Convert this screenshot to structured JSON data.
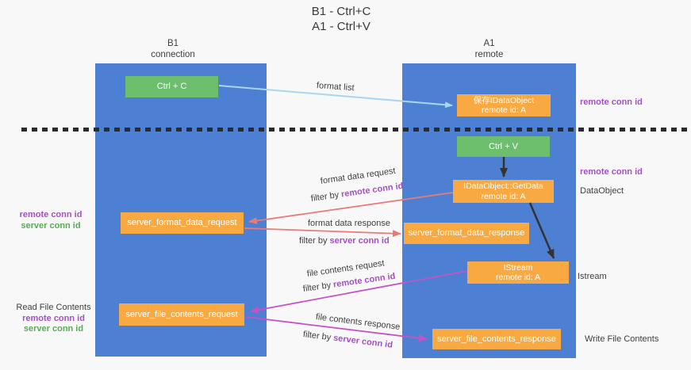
{
  "title": {
    "line1": "B1 - Ctrl+C",
    "line2": "A1 - Ctrl+V"
  },
  "columns": {
    "left": {
      "name": "B1",
      "role": "connection"
    },
    "right": {
      "name": "A1",
      "role": "remote"
    }
  },
  "nodes": {
    "ctrl_c": "Ctrl + C",
    "ctrl_v": "Ctrl + V",
    "save_dataobject_line1": "保存IDataObject",
    "save_dataobject_line2": "remote id: A",
    "getdata_line1": "IDataObject::GetData",
    "getdata_line2": "remote id: A",
    "istream_line1": "IStream",
    "istream_line2": "remote id: A",
    "server_format_data_request": "server_format_data_request",
    "server_format_data_response": "server_format_data_response",
    "server_file_contents_request": "server_file_contents_request",
    "server_file_contents_response": "server_file_contents_response"
  },
  "flow_labels": {
    "format_list": "format list",
    "format_data_request": "format data request",
    "format_data_request_filter_prefix": "filter by ",
    "format_data_request_filter_key": "remote conn id",
    "format_data_response": "format data response",
    "format_data_response_filter_prefix": "filter by ",
    "format_data_response_filter_key": "server conn id",
    "file_contents_request": "file contents request",
    "file_contents_request_filter_prefix": "filter by ",
    "file_contents_request_filter_key": "remote conn id",
    "file_contents_response": "file contents response",
    "file_contents_response_filter_prefix": "filter by ",
    "file_contents_response_filter_key": "server conn id"
  },
  "annotations": {
    "left_mid": {
      "remote": "remote conn id",
      "server": "server conn id"
    },
    "left_bottom": {
      "title": "Read File Contents",
      "remote": "remote conn id",
      "server": "server conn id"
    },
    "right": {
      "top_remote": "remote conn id",
      "mid_remote": "remote conn id",
      "dataobject": "DataObject",
      "istream": "Istream",
      "write_file": "Write File Contents"
    }
  },
  "colors": {
    "column_blue": "#4d80d3",
    "key_green": "#6dbf6e",
    "node_orange": "#f9a942",
    "arrow_light_blue": "#a9d5f2",
    "arrow_black": "#333333",
    "arrow_red": "#e87a7a",
    "arrow_magenta": "#c653c6",
    "label_purple": "#a44fc4",
    "label_green": "#57ab57"
  }
}
